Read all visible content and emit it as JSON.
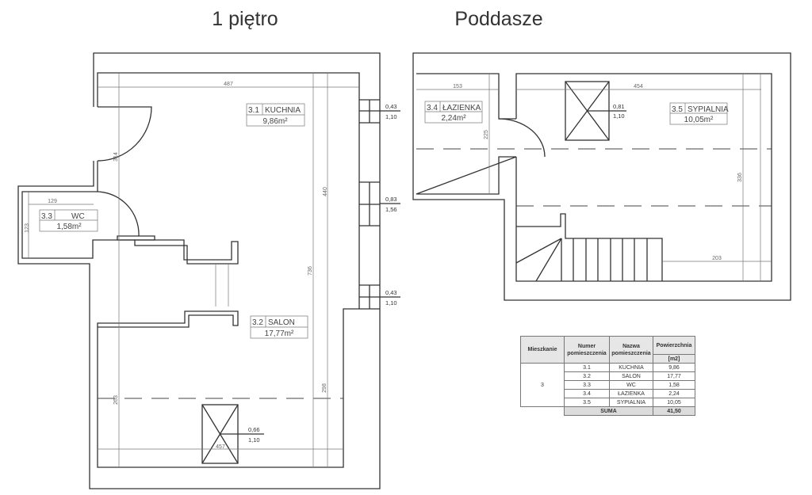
{
  "titles": {
    "floor1": "1 piętro",
    "attic": "Poddasze"
  },
  "floor1": {
    "rooms": [
      {
        "number": "3.1",
        "name": "KUCHNIA",
        "area": "9,86m²"
      },
      {
        "number": "3.2",
        "name": "SALON",
        "area": "17,77m²"
      },
      {
        "number": "3.3",
        "name": "WC",
        "area": "1,58m²"
      }
    ],
    "dimensions": {
      "top": "487",
      "wc_width": "129",
      "wc_height": "123",
      "door_left": "314",
      "right_a": "440",
      "right_b": "736",
      "right_c": "298",
      "left_bottom": "263",
      "bottom": "457"
    },
    "windows": [
      {
        "w": "0,43",
        "h": "1,10"
      },
      {
        "w": "0,83",
        "h": "1,56"
      },
      {
        "w": "0,43",
        "h": "1,10"
      },
      {
        "w": "0,66",
        "h": "1,10"
      }
    ]
  },
  "attic": {
    "rooms": [
      {
        "number": "3.4",
        "name": "ŁAZIENKA",
        "area": "2,24m²"
      },
      {
        "number": "3.5",
        "name": "SYPIALNIA",
        "area": "10,05m²"
      }
    ],
    "dimensions": {
      "bath_width": "153",
      "main_width": "454",
      "bath_height": "225",
      "main_height": "336",
      "stairs_side": "203"
    },
    "windows": [
      {
        "w": "0,81",
        "h": "1,10"
      }
    ]
  },
  "table": {
    "headers": {
      "apartment": "Mieszkanie",
      "number": "Numer pomieszczenia",
      "name": "Nazwa pomieszczenia",
      "area": "Powierzchnia",
      "unit": "[m2]"
    },
    "apartment": "3",
    "rows": [
      {
        "number": "3.1",
        "name": "KUCHNIA",
        "area": "9,86"
      },
      {
        "number": "3.2",
        "name": "SALON",
        "area": "17,77"
      },
      {
        "number": "3.3",
        "name": "WC",
        "area": "1,58"
      },
      {
        "number": "3.4",
        "name": "ŁAZIENKA",
        "area": "2,24"
      },
      {
        "number": "3.5",
        "name": "SYPIALNIA",
        "area": "10,05"
      }
    ],
    "sum_label": "SUMA",
    "sum_value": "41,50"
  }
}
